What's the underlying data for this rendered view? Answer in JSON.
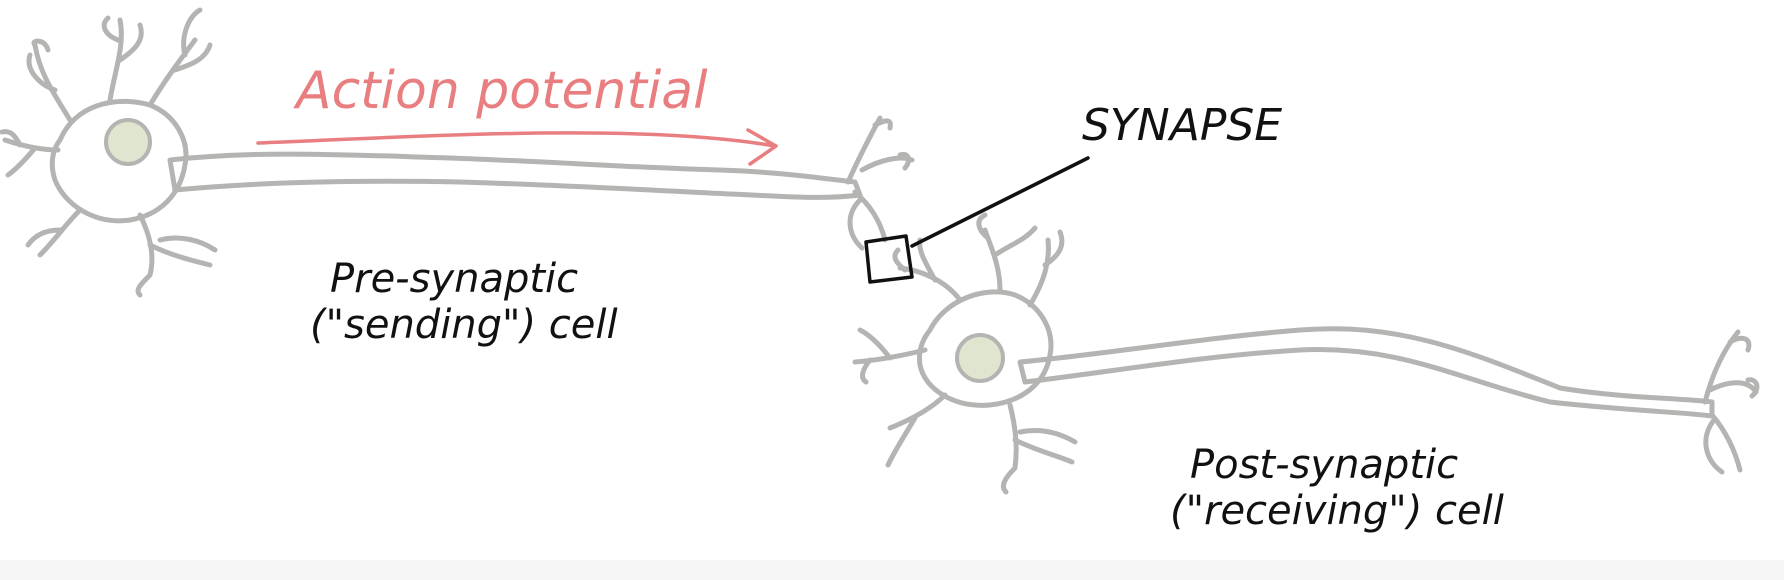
{
  "labels": {
    "action_potential": "Action potential",
    "synapse": "SYNAPSE",
    "pre_line1": "Pre-synaptic",
    "pre_line2": "(\"sending\") cell",
    "post_line1": "Post-synaptic",
    "post_line2": "(\"receiving\") cell"
  },
  "colors": {
    "neuron_fill": "#f4f4e6",
    "neuron_stroke": "#b4b4b2",
    "nucleus_fill": "#e0e5cf",
    "arrow": "#e87e80",
    "ink": "#111111"
  }
}
